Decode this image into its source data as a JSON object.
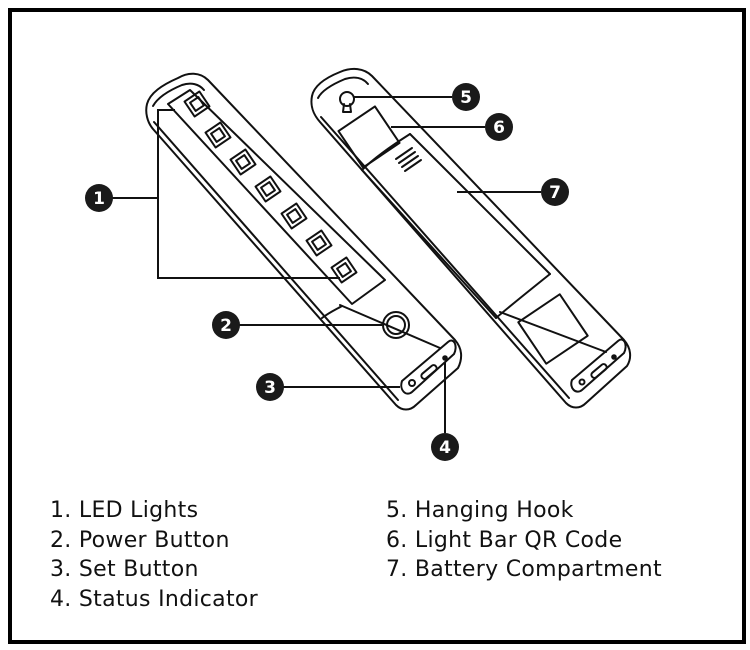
{
  "callouts": [
    {
      "num": "1",
      "label": "1. LED Lights"
    },
    {
      "num": "2",
      "label": "2. Power Button"
    },
    {
      "num": "3",
      "label": "3. Set Button"
    },
    {
      "num": "4",
      "label": "4. Status Indicator"
    },
    {
      "num": "5",
      "label": "5. Hanging Hook"
    },
    {
      "num": "6",
      "label": "6. Light Bar QR Code"
    },
    {
      "num": "7",
      "label": "7. Battery Compartment"
    }
  ],
  "colors": {
    "ink": "#111111",
    "callout_fill": "#1a1a1a",
    "background": "#ffffff"
  }
}
